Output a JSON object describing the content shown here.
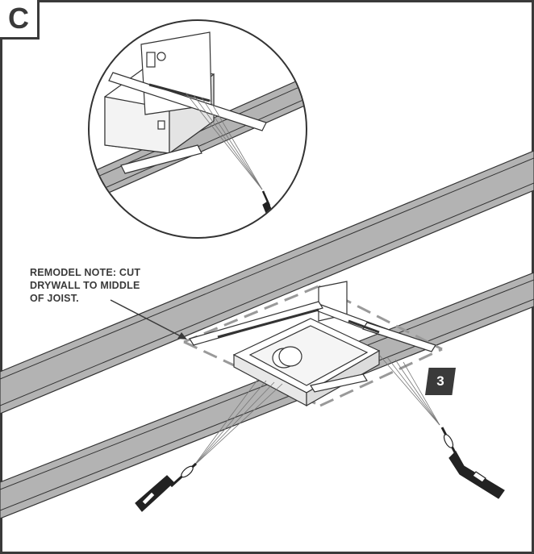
{
  "figure": {
    "step_letter": "C",
    "remodel_note_lines": [
      "REMODEL NOTE: CUT",
      "DRYWALL TO MIDDLE",
      "OF JOIST."
    ],
    "step_number": "3",
    "colors": {
      "frame": "#3a3a3a",
      "joist_fill": "#b3b3b3",
      "line": "#333333",
      "badge": "#3a3a3a"
    },
    "icons": [
      "screwdriver-icon",
      "screwdriver-icon",
      "screwdriver-icon"
    ]
  }
}
